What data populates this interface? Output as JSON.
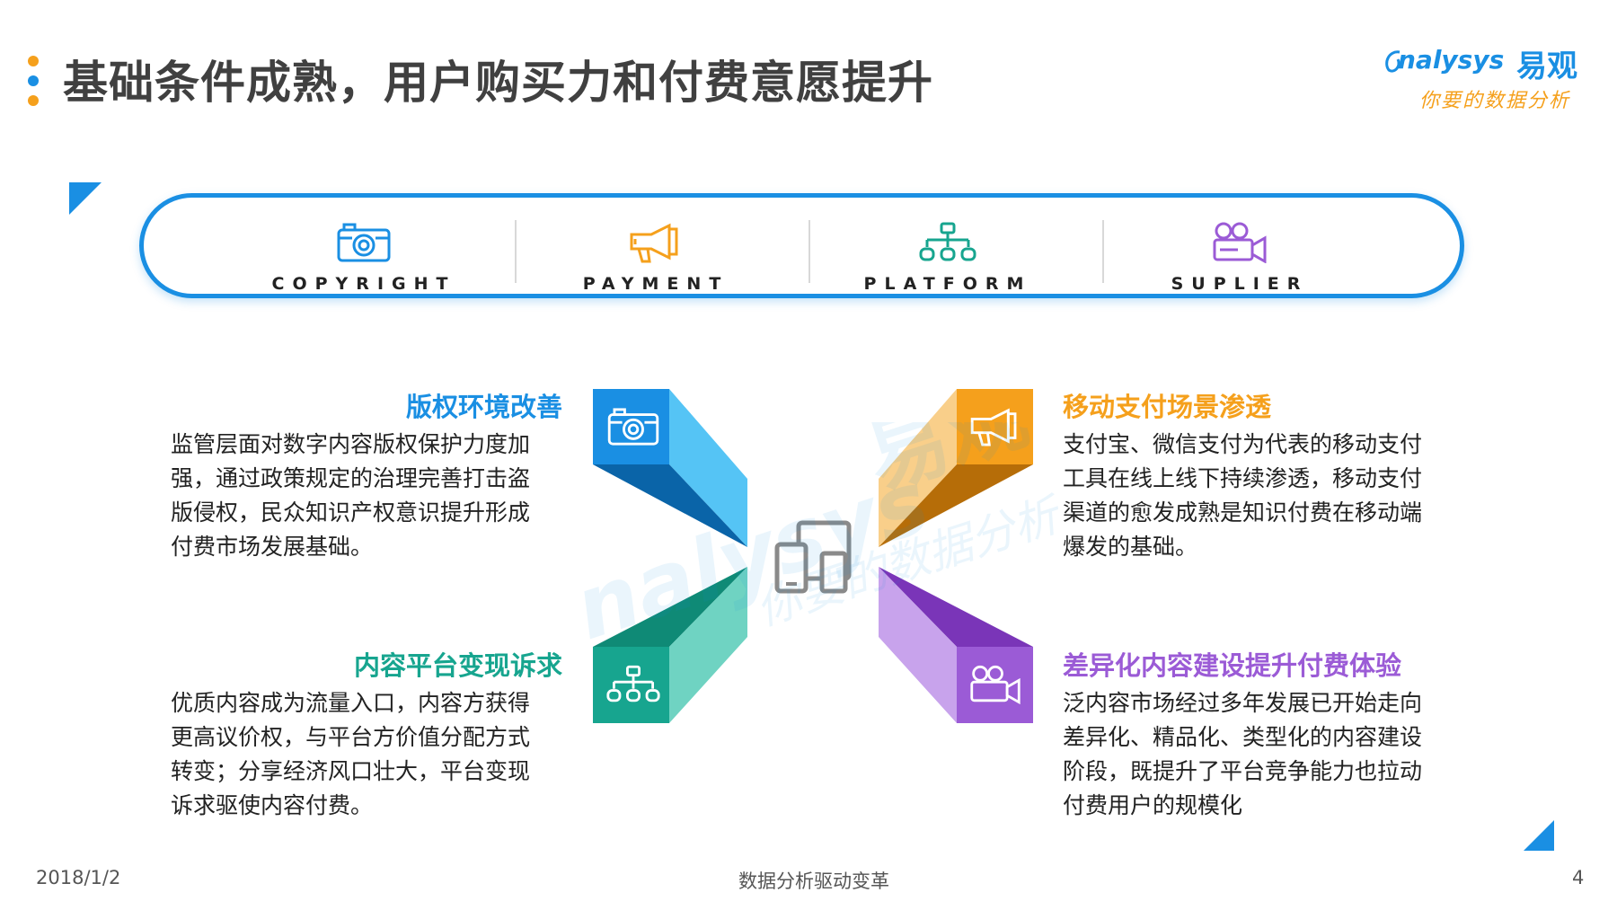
{
  "title": "基础条件成熟，用户购买力和付费意愿提升",
  "title_dot_colors": [
    "#f5a01c",
    "#1a8fe3",
    "#f5a01c"
  ],
  "logo": {
    "en": "nalysys",
    "cn": "易观",
    "tagline": "你要的数据分析"
  },
  "watermark": {
    "en": "nalysys",
    "cn": "易观",
    "tagline": "你要的数据分析"
  },
  "bar_items": [
    {
      "label": "COPYRIGHT",
      "icon": "camera-icon"
    },
    {
      "label": "PAYMENT",
      "icon": "megaphone-icon"
    },
    {
      "label": "PLATFORM",
      "icon": "hierarchy-icon"
    },
    {
      "label": "SUPLIER",
      "icon": "video-camera-icon"
    }
  ],
  "bar_icon_colors": [
    "#1a8fe3",
    "#f5a01c",
    "#17a58f",
    "#9b5bd6"
  ],
  "sections": [
    {
      "title": "版权环境改善",
      "color": "#1a8fe3",
      "lines": [
        "监管层面对数字内容版权保护力度加",
        "强，通过政策规定的治理完善打击盗",
        "版侵权，民众知识产权意识提升形成",
        "付费市场发展基础。"
      ]
    },
    {
      "title": "移动支付场景渗透",
      "color": "#f5a01c",
      "lines": [
        "支付宝、微信支付为代表的移动支付",
        "工具在线上线下持续渗透，移动支付",
        "渠道的愈发成熟是知识付费在移动端",
        "爆发的基础。"
      ]
    },
    {
      "title": "内容平台变现诉求",
      "color": "#17a58f",
      "lines": [
        "优质内容成为流量入口，内容方获得",
        "更高议价权，与平台方价值分配方式",
        "转变；分享经济风口壮大，平台变现",
        "诉求驱使内容付费。"
      ]
    },
    {
      "title": "差异化内容建设提升付费体验",
      "color": "#9b5bd6",
      "lines": [
        "泛内容市场经过多年发展已开始走向",
        "差异化、精品化、类型化的内容建设",
        "阶段，既提升了平台竞争能力也拉动",
        "付费用户的规模化"
      ]
    }
  ],
  "center_icon": "devices-icon",
  "footer": {
    "date": "2018/1/2",
    "center": "数据分析驱动变革",
    "page": "4"
  }
}
